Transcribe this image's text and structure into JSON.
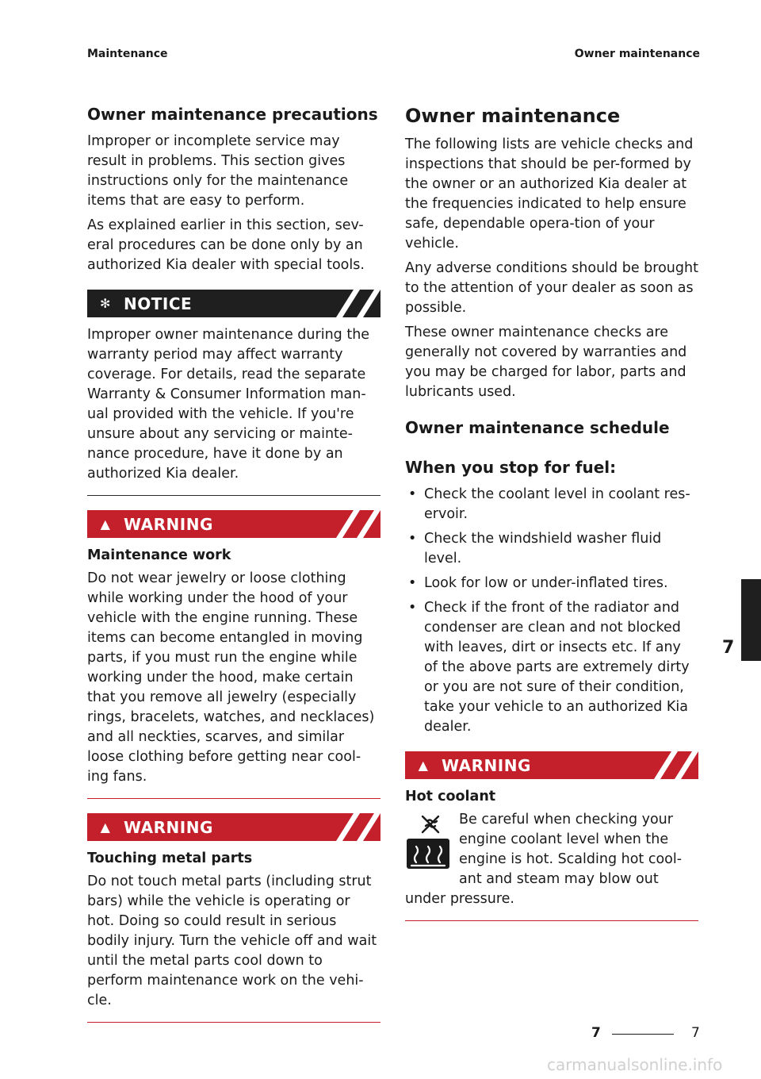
{
  "header": {
    "left": "Maintenance",
    "right": "Owner maintenance"
  },
  "left": {
    "heading": "Owner maintenance precautions",
    "p1": "Improper or incomplete service may result in problems. This section gives instructions only for the maintenance items that are easy to perform.",
    "p2": "As explained earlier in this section, sev-eral procedures can be done only by an authorized Kia dealer with special tools.",
    "notice": {
      "label": "NOTICE",
      "icon": "asterisk-icon",
      "text": "Improper owner maintenance during the warranty period may affect warranty coverage. For details, read the separate Warranty & Consumer Information man-ual provided with the vehicle. If you're unsure about any servicing or mainte-nance procedure, have it done by an authorized Kia dealer."
    },
    "warning1": {
      "label": "WARNING",
      "title": "Maintenance work",
      "text": "Do not wear jewelry or loose clothing while working under the hood of your vehicle with the engine running. These items can become entangled in moving parts, if you must run the engine while working under the hood, make certain that you remove all jewelry (especially rings, bracelets, watches, and necklaces) and all neckties, scarves, and similar loose clothing before getting near cool-ing fans."
    },
    "warning2": {
      "label": "WARNING",
      "title": "Touching metal parts",
      "text": "Do not touch metal parts (including strut bars) while the vehicle is operating or hot. Doing so could result in serious bodily injury. Turn the vehicle off and wait until the metal parts cool down to perform maintenance work on the vehi-cle."
    }
  },
  "right": {
    "heading": "Owner maintenance",
    "p1": "The following lists are vehicle checks and inspections that should be per-formed by the owner or an authorized Kia dealer at the frequencies indicated to help ensure safe, dependable opera-tion of your vehicle.",
    "p2": "Any adverse conditions should be brought to the attention of your dealer as soon as possible.",
    "p3": "These owner maintenance checks are generally not covered by warranties and you may be charged for labor, parts and lubricants used.",
    "schedule_heading": "Owner maintenance schedule",
    "fuel_heading": "When you stop for fuel:",
    "fuel_items": [
      "Check the coolant level in coolant res-ervoir.",
      "Check the windshield washer fluid level.",
      "Look for low or under-inflated tires.",
      "Check if the front of the radiator and condenser are clean and not blocked with leaves, dirt or insects etc. If any of the above parts are extremely dirty or you are not sure of their condition, take your vehicle to an authorized Kia dealer."
    ],
    "warning3": {
      "label": "WARNING",
      "title": "Hot coolant",
      "icon": "hot-coolant-icon",
      "text": "Be careful when checking your engine coolant level when the engine is hot. Scalding hot cool-ant and steam may blow out under pressure."
    }
  },
  "side_tab": {
    "chapter": "7"
  },
  "footer": {
    "chapter": "7",
    "page": "7"
  },
  "watermark": "carmanualsonline.info",
  "colors": {
    "warning_red": "#c4202b",
    "notice_dark": "#1f1f1f"
  }
}
